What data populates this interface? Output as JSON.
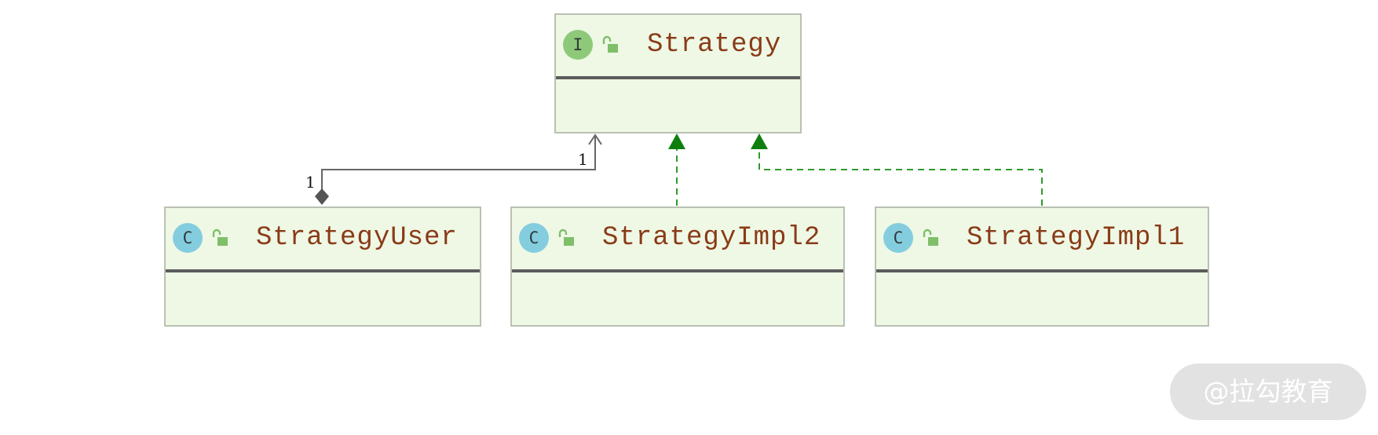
{
  "diagram": {
    "classes": [
      {
        "id": "strategy",
        "name": "Strategy",
        "kind": "I",
        "kind_color": "#8ec97a",
        "visibility_icon": "unlocked-padlock-icon"
      },
      {
        "id": "strategy_user",
        "name": "StrategyUser",
        "kind": "C",
        "kind_color": "#84cddf",
        "visibility_icon": "unlocked-padlock-icon"
      },
      {
        "id": "strategy_impl2",
        "name": "StrategyImpl2",
        "kind": "C",
        "kind_color": "#84cddf",
        "visibility_icon": "unlocked-padlock-icon"
      },
      {
        "id": "strategy_impl1",
        "name": "StrategyImpl1",
        "kind": "C",
        "kind_color": "#84cddf",
        "visibility_icon": "unlocked-padlock-icon"
      }
    ],
    "relations": [
      {
        "type": "composition",
        "from": "strategy_user",
        "to": "strategy",
        "source_multiplicity": "1",
        "target_multiplicity": "1",
        "color": "#666666"
      },
      {
        "type": "realization",
        "from": "strategy_impl2",
        "to": "strategy",
        "color": "#2e9a2e"
      },
      {
        "type": "realization",
        "from": "strategy_impl1",
        "to": "strategy",
        "color": "#2e9a2e"
      }
    ],
    "colors": {
      "box_fill": "#eef8e5",
      "box_border": "#b9c1b3",
      "class_name": "#8a3a17",
      "separator": "#5c5c5c",
      "realization_arrow": "#0e7f0e"
    }
  },
  "watermark": {
    "text": "@拉勾教育"
  }
}
